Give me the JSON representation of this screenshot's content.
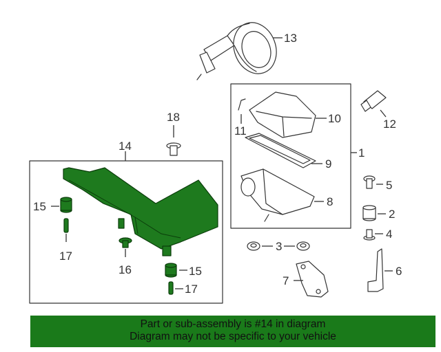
{
  "callouts": {
    "c1": "1",
    "c2": "2",
    "c3": "3",
    "c4": "4",
    "c5": "5",
    "c6": "6",
    "c7": "7",
    "c8": "8",
    "c9": "9",
    "c10": "10",
    "c11": "11",
    "c12": "12",
    "c13": "13",
    "c14": "14",
    "c15a": "15",
    "c15b": "15",
    "c16": "16",
    "c17a": "17",
    "c17b": "17",
    "c18": "18"
  },
  "banner": {
    "line1": "Part or sub-assembly is #14 in diagram",
    "line2": "Diagram may not be specific to your vehicle"
  },
  "colors": {
    "highlight": "#1e7a1e",
    "banner_bg": "#1a7a1a"
  }
}
